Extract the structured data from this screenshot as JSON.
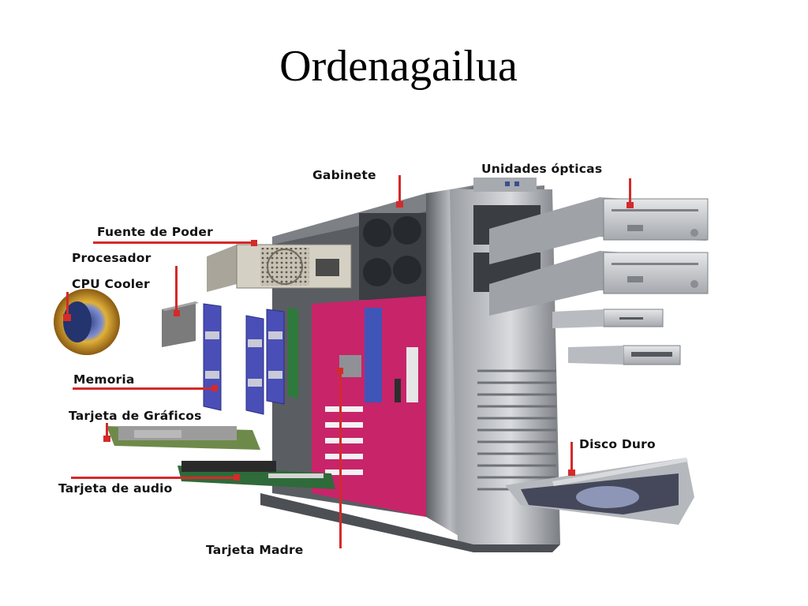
{
  "slide": {
    "title": "Ordenagailua"
  },
  "diagram": {
    "labels": {
      "gabinete": "Gabinete",
      "unidades_opticas": "Unidades ópticas",
      "fuente_de_poder": "Fuente de Poder",
      "procesador": "Procesador",
      "cpu_cooler": "CPU Cooler",
      "memoria": "Memoria",
      "tarjeta_graficos": "Tarjeta de Gráficos",
      "tarjeta_audio": "Tarjeta de audio",
      "disco_duro": "Disco Duro",
      "tarjeta_madre": "Tarjeta Madre"
    },
    "colors": {
      "leader_line": "#d42a2a",
      "motherboard": "#c8246a",
      "memory": "#4a4fb8",
      "case": "#8d9096"
    }
  }
}
